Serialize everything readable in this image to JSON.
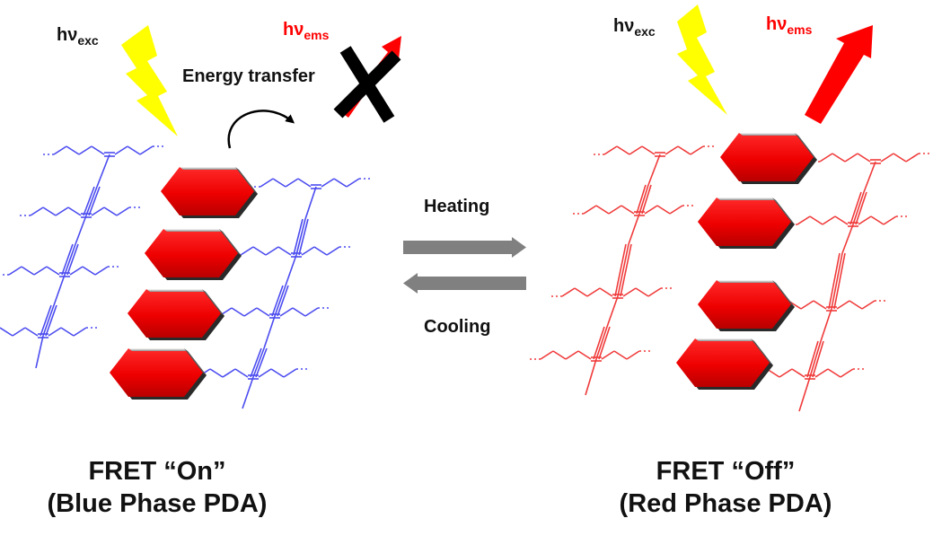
{
  "colors": {
    "blue_phase": "#4b4bf0",
    "red_phase": "#f03a3a",
    "hexagon": "#ee0000",
    "lightning": "#ffff00",
    "emission": "#ff0000",
    "arrow_gray": "#808080",
    "cross": "#000000"
  },
  "left_panel": {
    "excitation": {
      "main": "hν",
      "sub": "exc"
    },
    "emission": {
      "main": "hν",
      "sub": "ems"
    },
    "energy_transfer": "Energy transfer",
    "caption_line1": "FRET “On”",
    "caption_line2": "(Blue Phase PDA)"
  },
  "center": {
    "heating": "Heating",
    "cooling": "Cooling"
  },
  "right_panel": {
    "excitation": {
      "main": "hν",
      "sub": "exc"
    },
    "emission": {
      "main": "hν",
      "sub": "ems"
    },
    "caption_line1": "FRET “Off”",
    "caption_line2": "(Red Phase PDA)"
  }
}
